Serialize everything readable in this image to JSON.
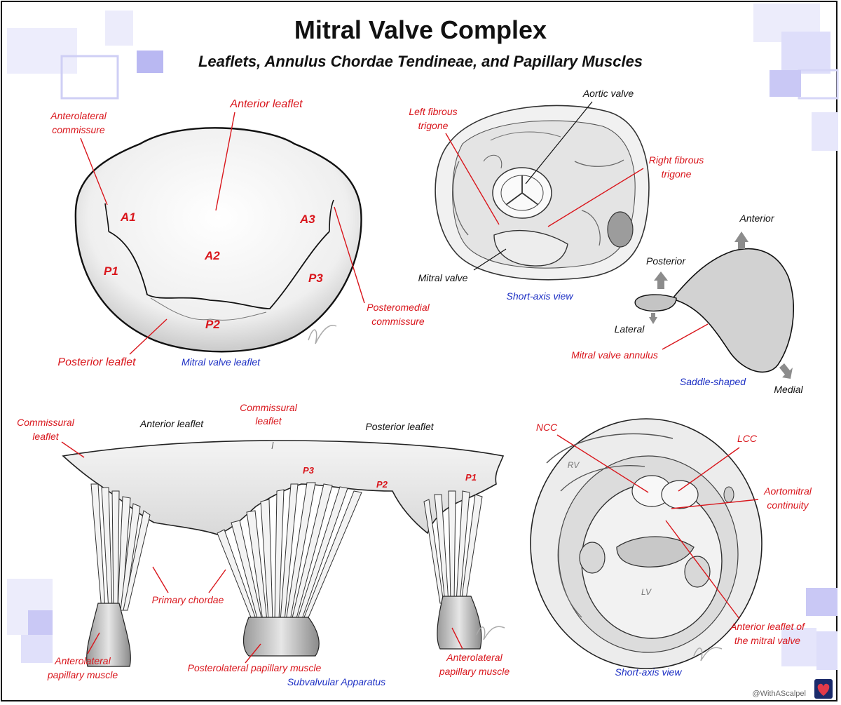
{
  "title": "Mitral Valve Complex",
  "subtitle": "Leaflets, Annulus Chordae Tendineae, and Papillary Muscles",
  "panel_leaflet": {
    "anterior_leaflet": "Anterior leaflet",
    "anterolateral_commissure": [
      "Anterolateral",
      "commissure"
    ],
    "posteromedial_commissure": [
      "Posteromedial",
      "commissure"
    ],
    "posterior_leaflet": "Posterior leaflet",
    "segments": {
      "a1": "A1",
      "a2": "A2",
      "a3": "A3",
      "p1": "P1",
      "p2": "P2",
      "p3": "P3"
    },
    "caption": "Mitral valve leaflet"
  },
  "panel_short_axis_top": {
    "aortic_valve": "Aortic valve",
    "left_fibrous_trigone": [
      "Left fibrous",
      "trigone"
    ],
    "right_fibrous_trigone": [
      "Right fibrous",
      "trigone"
    ],
    "mitral_valve": "Mitral valve",
    "caption": "Short-axis view"
  },
  "panel_saddle": {
    "anterior": "Anterior",
    "posterior": "Posterior",
    "lateral": "Lateral",
    "medial": "Medial",
    "annulus": "Mitral valve annulus",
    "caption": "Saddle-shaped"
  },
  "panel_subvalvular": {
    "commissural_leaflet_left": [
      "Commissural",
      "leaflet"
    ],
    "commissural_leaflet_mid": [
      "Commissural",
      "leaflet"
    ],
    "anterior_leaflet": "Anterior leaflet",
    "posterior_leaflet": "Posterior leaflet",
    "segments": {
      "p3": "P3",
      "p2": "P2",
      "p1": "P1"
    },
    "primary_chordae": "Primary chordae",
    "anterolateral_pm_left": [
      "Anterolateral",
      "papillary muscle"
    ],
    "posterolateral_pm": "Posterolateral papillary muscle",
    "anterolateral_pm_right": [
      "Anterolateral",
      "papillary muscle"
    ],
    "caption": "Subvalvular Apparatus"
  },
  "panel_short_axis_bottom": {
    "ncc": "NCC",
    "lcc": "LCC",
    "rv": "RV",
    "lv": "LV",
    "aortomitral": [
      "Aortomitral",
      "continuity"
    ],
    "anterior_leaflet_mv": [
      "Anterior leaflet of",
      "the mitral valve"
    ],
    "caption": "Short-axis view"
  },
  "credit": "@WithAScalpel",
  "colors": {
    "label_red": "#d9161c",
    "caption_blue": "#1c2fc4",
    "accent_lavender": "#b9b8f2"
  }
}
